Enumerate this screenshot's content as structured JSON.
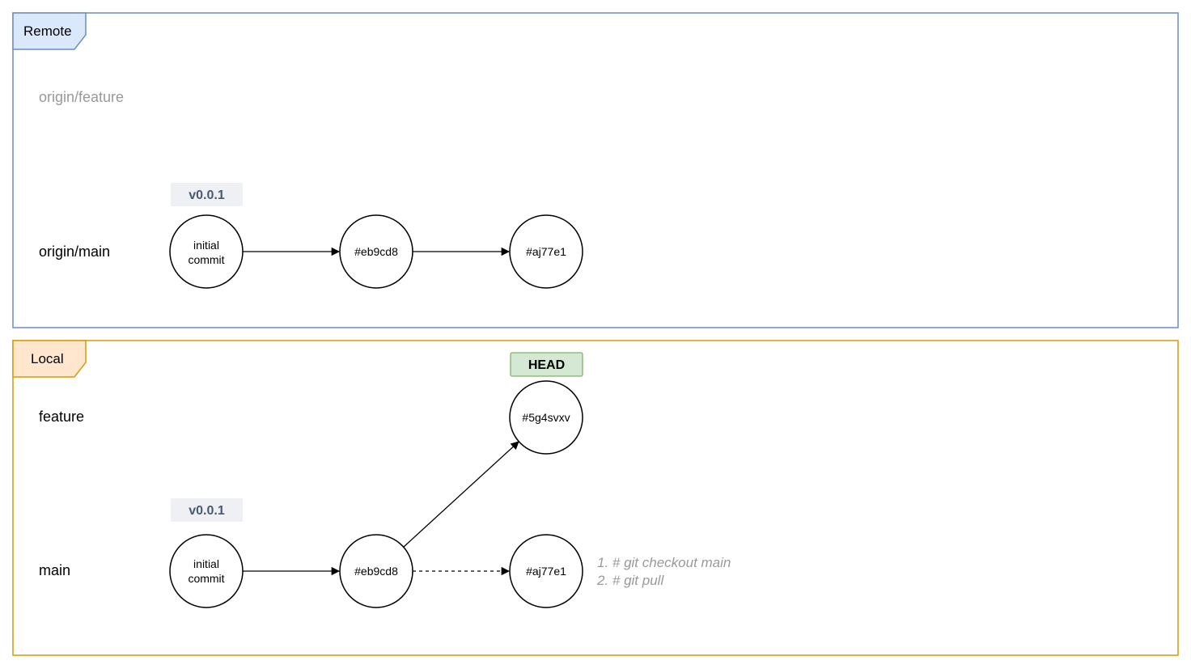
{
  "remote": {
    "title": "Remote",
    "branches": {
      "feature": "origin/feature",
      "main": "origin/main"
    },
    "tag": "v0.0.1",
    "commits": [
      {
        "line1": "initial",
        "line2": "commit"
      },
      {
        "line1": "#eb9cd8",
        "line2": ""
      },
      {
        "line1": "#aj77e1",
        "line2": ""
      }
    ]
  },
  "local": {
    "title": "Local",
    "branches": {
      "feature": "feature",
      "main": "main"
    },
    "tag": "v0.0.1",
    "head": "HEAD",
    "feature_commit": "#5g4svxv",
    "commits": [
      {
        "line1": "initial",
        "line2": "commit"
      },
      {
        "line1": "#eb9cd8",
        "line2": ""
      },
      {
        "line1": "#aj77e1",
        "line2": ""
      }
    ],
    "notes": [
      "1. # git checkout main",
      "2. # git pull"
    ]
  },
  "colors": {
    "remote_border": "#6c8ebf",
    "remote_tab": "#dae8fc",
    "local_border": "#d79b00",
    "local_tab": "#ffe6cc",
    "tag_bg": "#eef0f4",
    "tag_text": "#4a5a70",
    "head_bg": "#d5e8d4",
    "head_border": "#82b366",
    "muted_text": "#999999"
  }
}
